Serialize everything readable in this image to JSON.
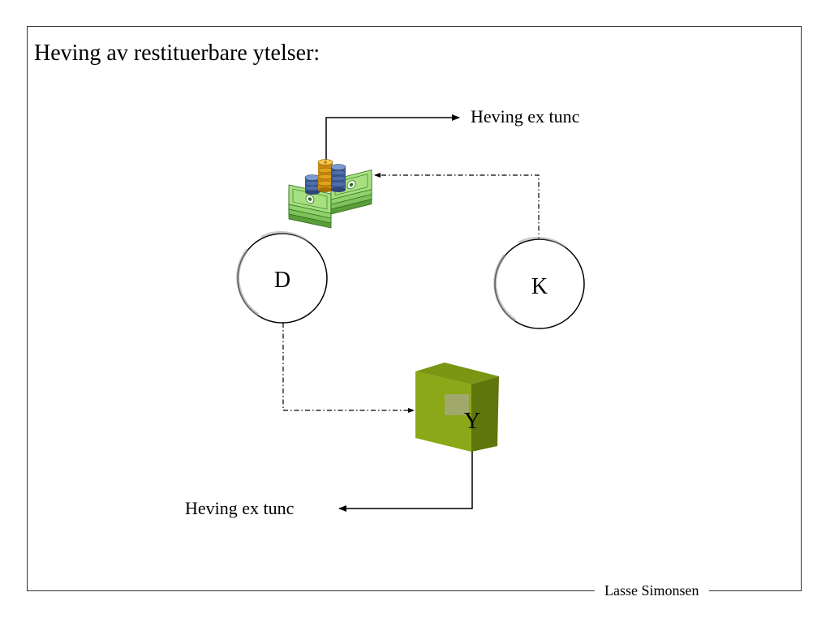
{
  "title": "Heving av restituerbare ytelser:",
  "nodes": {
    "debtor": "D",
    "creditor": "K",
    "goods": "Y"
  },
  "labels": {
    "top_arrow": "Heving ex tunc",
    "bottom_arrow": "Heving ex tunc"
  },
  "footer": {
    "author": "Lasse Simonsen"
  },
  "icons": {
    "money": "money-stack-icon",
    "goods": "green-cube-icon"
  },
  "colors": {
    "cube_front": "#8aa817",
    "cube_top": "#7a9613",
    "cube_side": "#5f760c",
    "banknote": "#7ec25a",
    "coin_gold": "#e0a31c",
    "coin_blue": "#3c5a94"
  }
}
